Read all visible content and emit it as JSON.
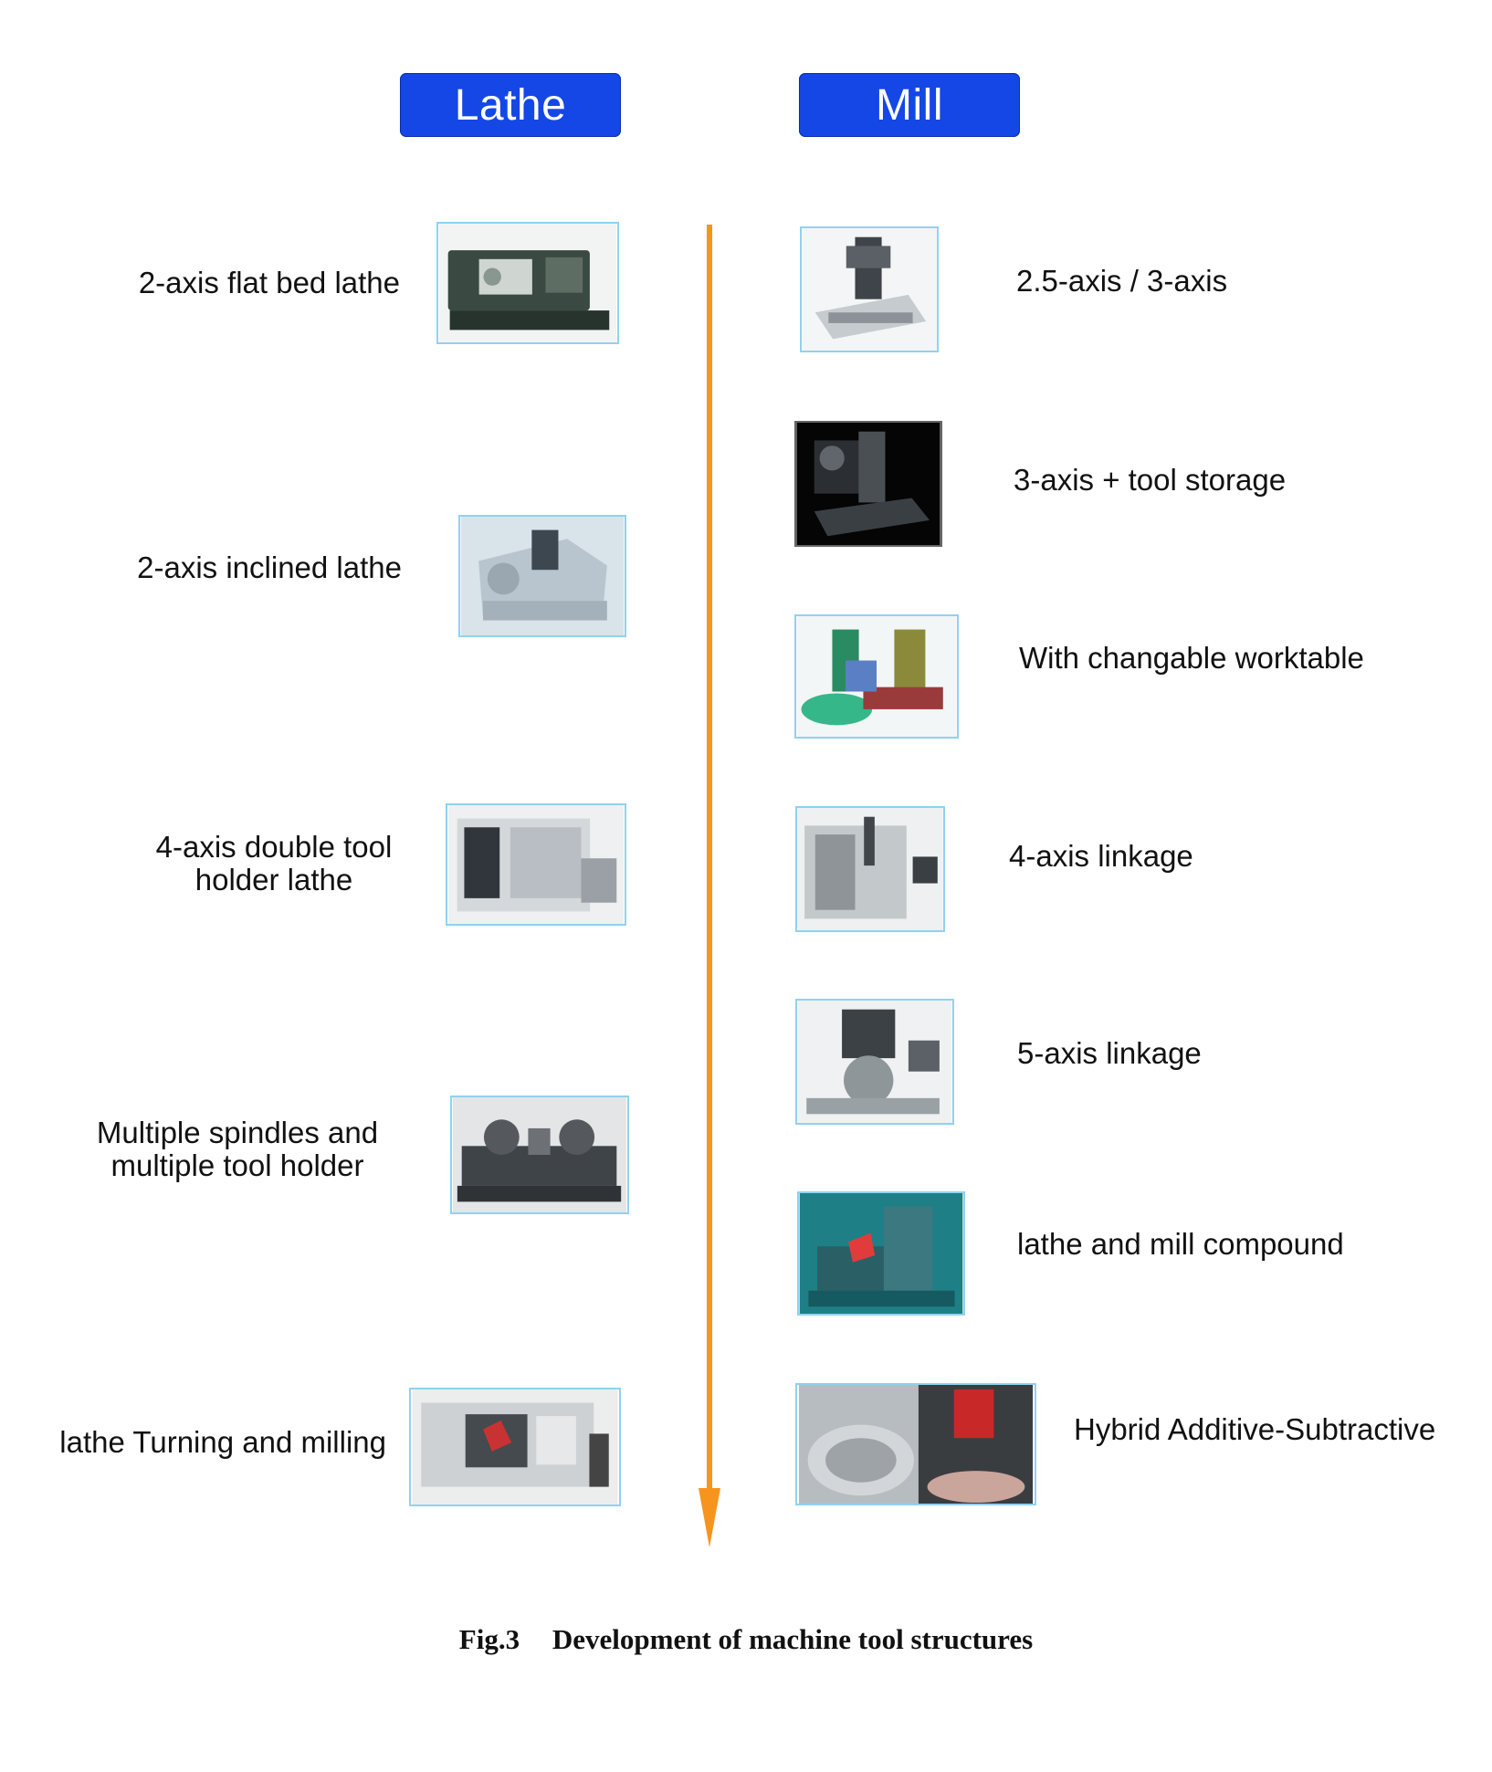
{
  "headers": {
    "lathe": "Lathe",
    "mill": "Mill"
  },
  "lathe_items": [
    "2-axis flat bed lathe",
    "2-axis inclined lathe",
    [
      "4-axis double tool",
      "holder lathe"
    ],
    [
      "Multiple spindles and",
      "multiple tool holder"
    ],
    "lathe Turning and milling"
  ],
  "mill_items": [
    "2.5-axis / 3-axis",
    "3-axis + tool storage",
    "With changable worktable",
    "4-axis linkage",
    "5-axis linkage",
    "lathe and mill compound",
    "Hybrid Additive-Subtractive"
  ],
  "caption": {
    "fig": "Fig.3",
    "text": "Development of machine tool structures"
  },
  "colors": {
    "header_bg": "#1447e6",
    "timeline": "#f7941d",
    "thumb_border": "#8fd2f0"
  }
}
